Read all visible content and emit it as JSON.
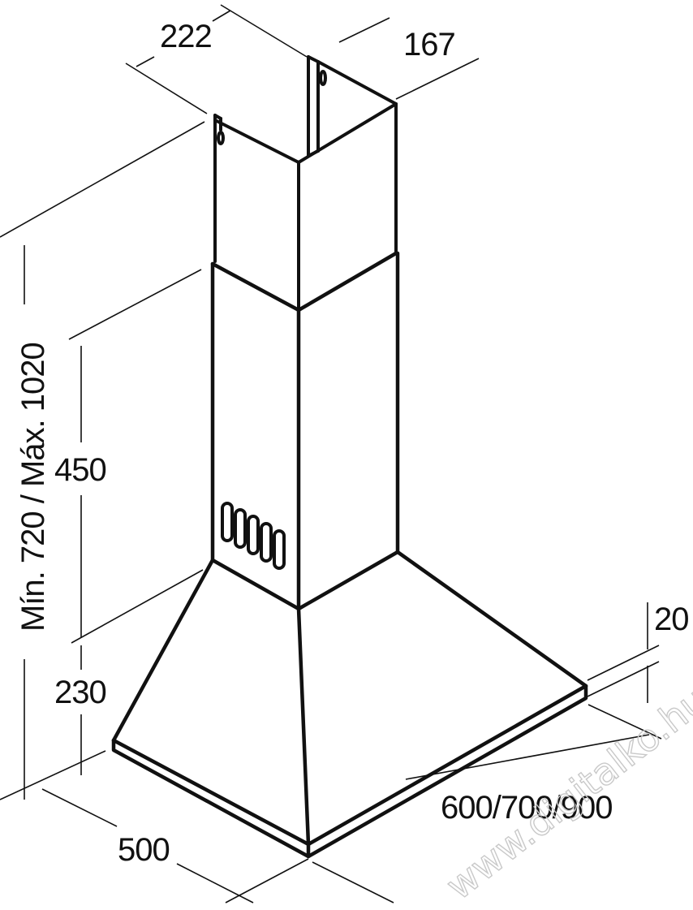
{
  "dimensions": {
    "chimney_width": "222",
    "chimney_depth": "167",
    "total_height": "Mín. 720 / Máx. 1020",
    "upper_height": "450",
    "lower_height": "230",
    "canopy_depth": "500",
    "canopy_width": "600/700/900",
    "edge_thickness": "20"
  },
  "watermark": "www.digitalko.hu"
}
